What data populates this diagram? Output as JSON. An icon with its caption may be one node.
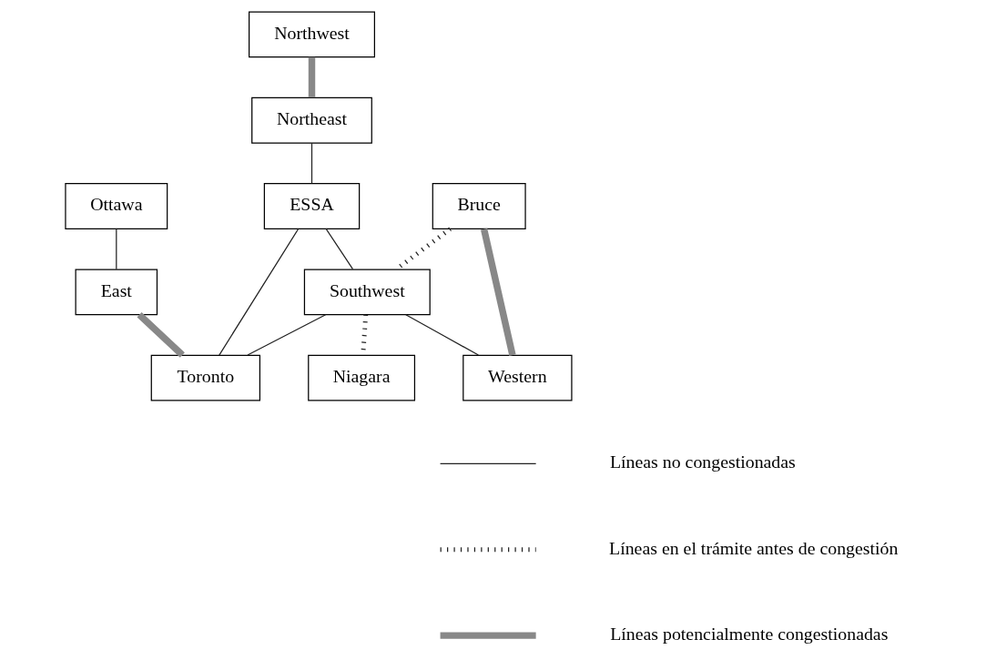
{
  "diagram": {
    "nodes": [
      {
        "text": [
          "Northwest"
        ]
      },
      {
        "text": [
          "Northeast"
        ]
      },
      {
        "text": [
          "Ottawa"
        ]
      },
      {
        "text": [
          "ESSA"
        ]
      },
      {
        "text": [
          "East"
        ]
      },
      {
        "text": [
          "Bruce"
        ]
      },
      {
        "text": [
          "Toronto"
        ]
      },
      {
        "text": [
          "Southwest"
        ]
      },
      {
        "text": [
          "Niagara"
        ]
      },
      {
        "text": [
          "Western"
        ]
      }
    ],
    "edges": [
      {
        "from": 0,
        "to": 1,
        "arrow": "none",
        "style": "thick",
        "color": "#888888"
      },
      {
        "from": 1,
        "to": 3,
        "arrow": "none"
      },
      {
        "from": 2,
        "to": 4,
        "arrow": "none"
      },
      {
        "from": 3,
        "to": 7,
        "arrow": "none"
      },
      {
        "from": 3,
        "to": 6,
        "arrow": "none"
      },
      {
        "from": 4,
        "to": 6,
        "arrow": "none",
        "style": "thick",
        "color": "#888888"
      },
      {
        "from": 5,
        "to": 7,
        "arrow": "none",
        "style": "dashed",
        "color": "#222222"
      },
      {
        "from": 7,
        "to": 6,
        "arrow": "none"
      },
      {
        "from": 7,
        "to": 8,
        "arrow": "none",
        "style": "dashed",
        "color": "#222222"
      },
      {
        "from": 5,
        "to": 9,
        "arrow": "none",
        "style": "thick",
        "color": "#888888"
      },
      {
        "from": 7,
        "to": 9,
        "arrow": "none"
      }
    ],
    "legend": [
      {
        "text": "Líneas no congestionadas"
      },
      {
        "text": "Líneas en el trámite antes de congestión"
      },
      {
        "text": "Líneas potencialmente congestionadas"
      }
    ]
  }
}
